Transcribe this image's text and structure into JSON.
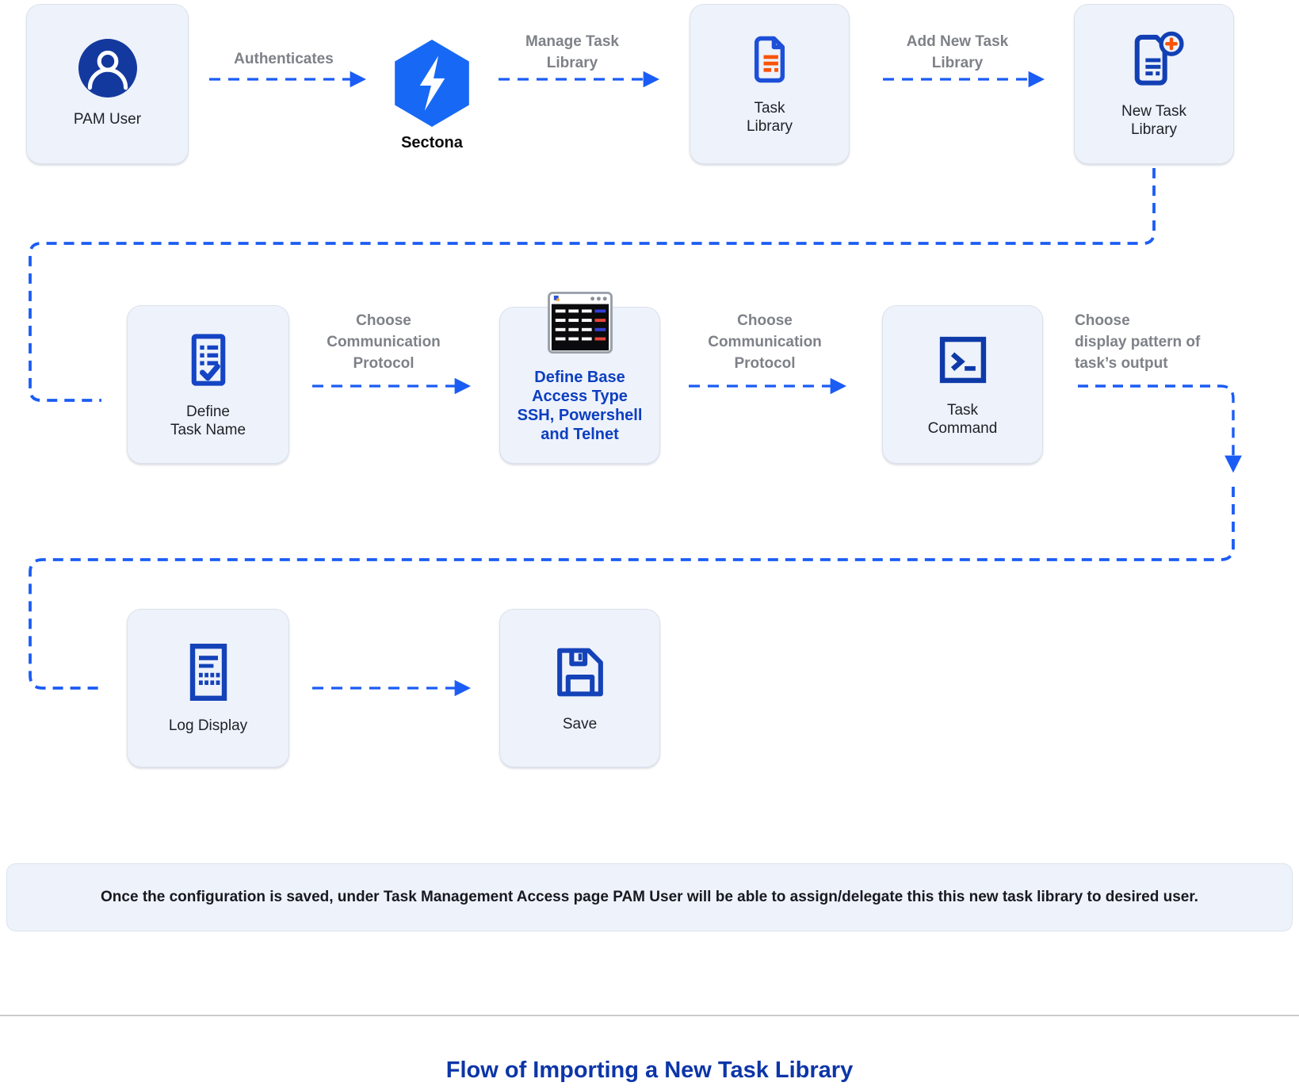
{
  "title": "Flow of Importing a New Task Library",
  "note": "Once the configuration is saved, under Task Management Access page PAM User will be able to assign/delegate this this new task library to desired user.",
  "flow": {
    "row1": {
      "pam_user": {
        "label": "PAM User"
      },
      "sectona": {
        "label": "Sectona"
      },
      "task_library": {
        "label": "Task\nLibrary"
      },
      "new_task_library": {
        "label": "New Task\nLibrary"
      },
      "edge_authenticates": "Authenticates",
      "edge_manage": "Manage Task\nLibrary",
      "edge_add_new": "Add New Task\nLibrary"
    },
    "row2": {
      "define_task_name": {
        "label": "Define\nTask Name"
      },
      "define_base_access": {
        "label": "Define Base\nAccess Type\nSSH, Powershell\nand Telnet"
      },
      "task_command": {
        "label": "Task\nCommand"
      },
      "edge_choose_protocol_1": "Choose\nCommunication\nProtocol",
      "edge_choose_protocol_2": "Choose\nCommunication\nProtocol",
      "edge_choose_display": "Choose\ndisplay pattern of\ntask’s output"
    },
    "row3": {
      "log_display": {
        "label": "Log Display"
      },
      "save": {
        "label": "Save"
      }
    }
  },
  "icons": {
    "pam_user": "user-icon",
    "sectona": "sectona-hexagon-bolt-logo",
    "task_library": "document-icon",
    "new_task_library": "document-add-icon",
    "define_task_name": "checklist-icon",
    "define_base_access": "terminal-window-icon",
    "task_command": "terminal-prompt-icon",
    "log_display": "log-document-icon",
    "save": "floppy-disk-icon"
  },
  "colors": {
    "arrow_blue": "#1b5cf5",
    "icon_navy": "#1240b4",
    "icon_royal": "#1d4fd8",
    "icon_deep": "#0d3aa8",
    "accent_orange": "#f95306",
    "node_bg": "#eef2fb",
    "label_gray": "#7e8187",
    "title_blue": "#0c35a8",
    "middle_text_blue": "#0c3fc0"
  }
}
